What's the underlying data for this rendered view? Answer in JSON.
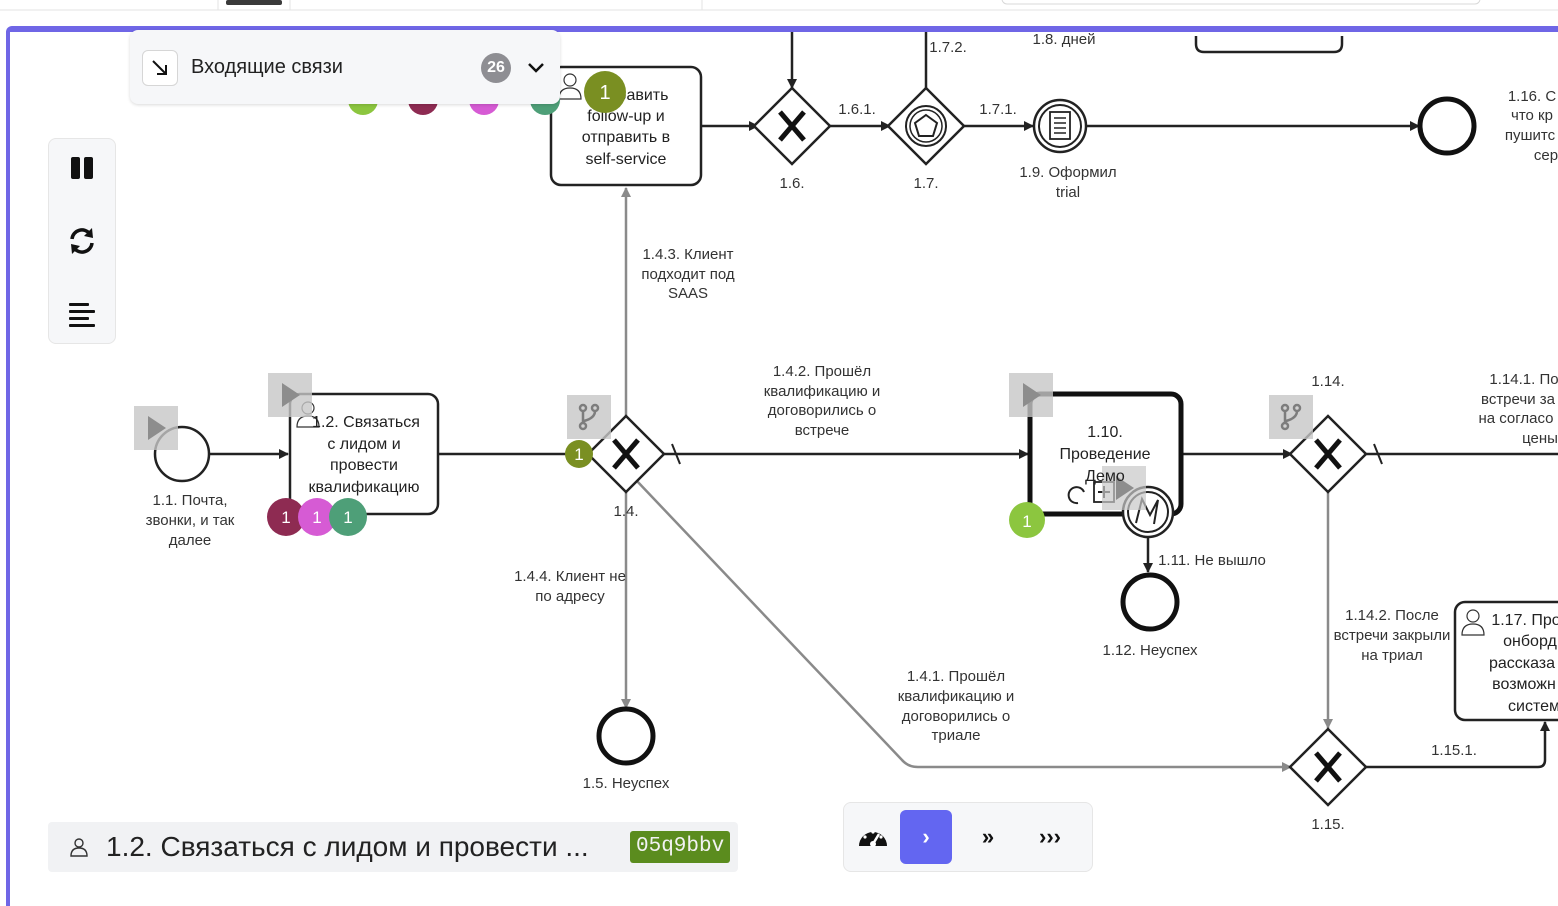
{
  "incoming": {
    "title": "Входящие связи",
    "count": "26"
  },
  "left_toolbar": {
    "icons": [
      "pause-icon",
      "sync-icon",
      "list-align-icon"
    ]
  },
  "selection": {
    "name": "1.2. Связаться с лидом и провести ...",
    "id": "05q9bbv"
  },
  "speed_controls": {
    "items": [
      "speedometer-icon",
      "›",
      "»",
      "›››"
    ],
    "active_index": 1
  },
  "colors": {
    "accent": "#6f66e6",
    "green_badge": "#7a8f22",
    "lime_badge": "#8cc63f",
    "maroon": "#8e2b52",
    "pink": "#d65bd4",
    "teal": "#4e9f78"
  },
  "diagram": {
    "tasks": {
      "send_followup": [
        "...править",
        "follow-up и",
        "отправить в",
        "self-service"
      ],
      "contact_lead": [
        "1.2. Связаться",
        "с лидом и",
        "провести",
        "квалификацию"
      ],
      "demo": [
        "1.10.",
        "Проведение",
        "Демо"
      ],
      "onboarding": [
        "1.17. Про",
        "онборд",
        "рассказа",
        "возможн",
        "систем"
      ]
    },
    "labels": {
      "start": [
        "1.1. Почта,",
        "звонки, и так",
        "далее"
      ],
      "g14": "1.4.",
      "f143": [
        "1.4.3. Клиент",
        "подходит под",
        "SAAS"
      ],
      "f142": [
        "1.4.2. Прошёл",
        "квалификацию и",
        "договорились о",
        "встрече"
      ],
      "f144": [
        "1.4.4. Клиент не",
        "по адресу"
      ],
      "end15": "1.5. Неуспех",
      "f141": [
        "1.4.1. Прошёл",
        "квалификацию и",
        "договорились о",
        "триале"
      ],
      "f111": "1.11. Не вышло",
      "end112": "1.12. Неуспех",
      "g114": "1.14.",
      "f1142": [
        "1.14.2. После",
        "встречи закрыли",
        "на триал"
      ],
      "g115": "1.15.",
      "f1151": "1.15.1.",
      "f1141": [
        "1.14.1. По",
        "встречи за",
        "на согласо",
        "цены"
      ],
      "g16": "1.6.",
      "f161": "1.6.1.",
      "g17": "1.7.",
      "f172": "1.7.2.",
      "f171": "1.7.1.",
      "f18": "1.8. дней",
      "ev19": [
        "1.9. Оформил",
        "trial"
      ],
      "f116": [
        "1.16. С",
        "что кр",
        "пушитс",
        "сер"
      ]
    },
    "badges": {
      "followup": "1",
      "g14": "1",
      "demo": "1",
      "task12": [
        "1",
        "1",
        "1"
      ]
    }
  }
}
